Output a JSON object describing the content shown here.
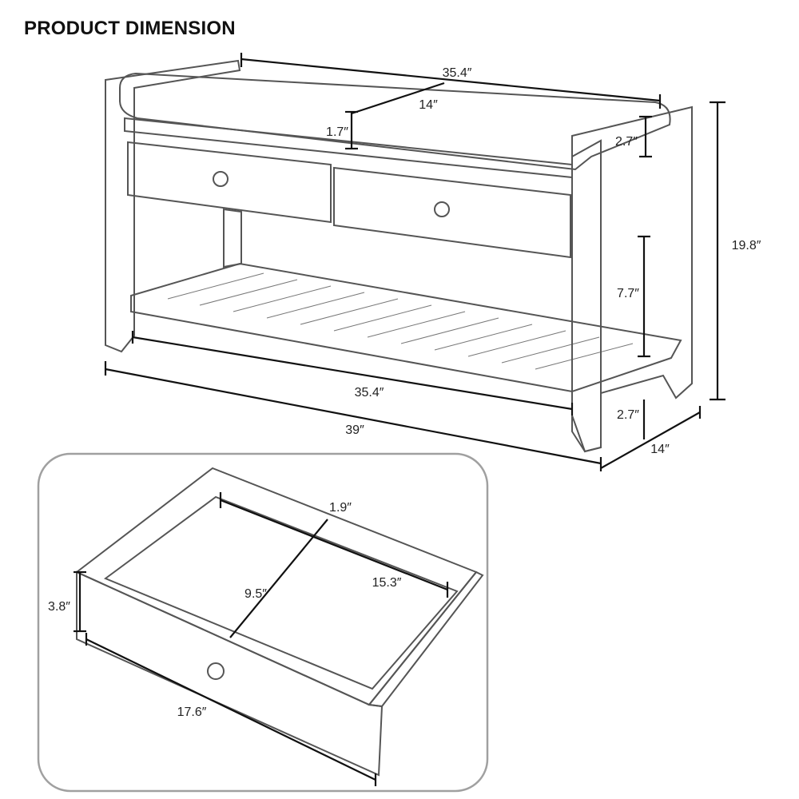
{
  "title": "PRODUCT DIMENSION",
  "bench": {
    "top_length": "35.4″",
    "cushion_depth": "14″",
    "cushion_thickness": "1.7″",
    "armrest_height": "2.7″",
    "total_height": "19.8″",
    "shelf_clearance": "7.7″",
    "shelf_length": "35.4″",
    "total_length": "39″",
    "leg_height": "2.7″",
    "total_depth": "14″"
  },
  "drawer": {
    "height": "3.8″",
    "front_width": "17.6″",
    "inner_depth": "9.5″",
    "inner_width": "15.3″",
    "wall_gap": "1.9″"
  }
}
